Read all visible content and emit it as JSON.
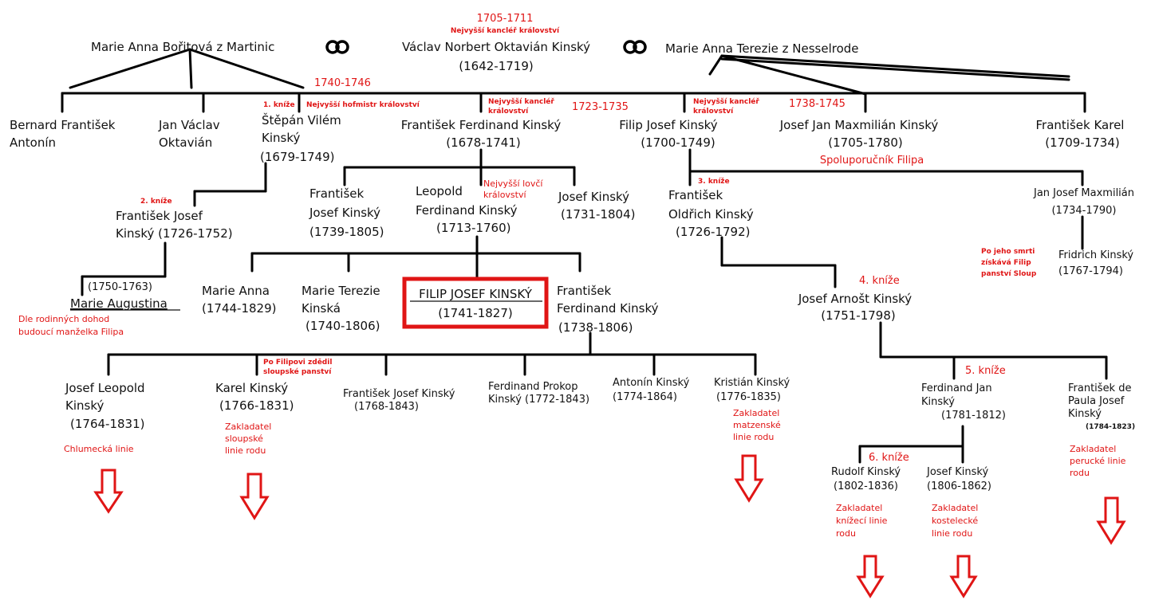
{
  "root": {
    "wife1": "Marie Anna Bořitová z Martinic",
    "husband": "Václav Norbert Oktavián Kinský",
    "husband_years": "(1642-1719)",
    "husband_office_years": "1705-1711",
    "husband_office": "Nejvyšší kancléř království",
    "wife2": "Marie Anna Terezie z Nesselrode",
    "marriage_icon": "marriage-rings-icon"
  },
  "gen1": {
    "bernard": [
      "Bernard František",
      "Antonín"
    ],
    "jan_vaclav": [
      "Jan Václav",
      "Oktavián"
    ],
    "stepan": [
      "Štěpán Vilém",
      "Kinský",
      "(1679-1749)"
    ],
    "stepan_title": "1. kníže",
    "stepan_office": "Nejvyšší hofmistr království",
    "stepan_office_years": "1740-1746",
    "frantisek_ferdinand": [
      "František Ferdinand Kinský",
      "(1678-1741)"
    ],
    "ff_office": [
      "Nejvyšší kancléř",
      "království"
    ],
    "ff_office_years": "1723-1735",
    "filip_josef": [
      "Filip Josef Kinský",
      "(1700-1749)"
    ],
    "fj_office": [
      "Nejvyšší kancléř",
      "království"
    ],
    "fj_office_years": "1738-1745",
    "josef_jan": [
      "Josef Jan Maxmilián Kinský",
      "(1705-1780)"
    ],
    "josef_jan_note": "Spoluporučník Filipa",
    "frantisek_karel": [
      "František Karel",
      "(1709-1734)"
    ]
  },
  "gen2": {
    "frantisek_josef_a": [
      "František Josef",
      "Kinský (1726-1752)"
    ],
    "frantisek_josef_a_title": "2. kníže",
    "marie_augustina_years": "(1750-1763)",
    "marie_augustina": "Marie Augustina",
    "marie_augustina_note": [
      "Dle rodinných dohod",
      "budoucí manželka Filipa"
    ],
    "frantisek_josef_b": [
      "František",
      "Josef Kinský",
      "(1739-1805)"
    ],
    "leopold": [
      "Leopold",
      "Ferdinand Kinský",
      "(1713-1760)"
    ],
    "leopold_office": [
      "Nejvyšší lovčí",
      "království"
    ],
    "josef_k": [
      "Josef Kinský",
      "(1731-1804)"
    ],
    "frantisek_oldrich": [
      "František",
      "Oldřich Kinský",
      "(1726-1792)"
    ],
    "frantisek_oldrich_title": "3. kníže",
    "jan_josef": [
      "Jan Josef Maxmilián",
      "(1734-1790)"
    ],
    "jan_josef_note": [
      "Po jeho smrti",
      "získává Filip",
      "panství Sloup"
    ],
    "fridrich": [
      "Fridrich Kinský",
      "(1767-1794)"
    ]
  },
  "gen3": {
    "marie_anna": [
      "Marie Anna",
      "(1744-1829)"
    ],
    "marie_terezie": [
      "Marie Terezie",
      "Kinská",
      "(1740-1806)"
    ],
    "filip_main": [
      "FILIP JOSEF KINSKÝ",
      "(1741-1827)"
    ],
    "frantisek_ferdinand2": [
      "František",
      "Ferdinand Kinský",
      "(1738-1806)"
    ],
    "josef_arnost": [
      "Josef Arnošt Kinský",
      "(1751-1798)"
    ],
    "josef_arnost_title": "4. kníže"
  },
  "gen4": {
    "josef_leopold": [
      "Josef Leopold",
      "Kinský",
      "(1764-1831)"
    ],
    "josef_leopold_note": "Chlumecká linie",
    "karel": [
      "Karel Kinský",
      "(1766-1831)"
    ],
    "karel_note_top": [
      "Po Filipovi zdědil",
      "sloupské panství"
    ],
    "karel_note": [
      "Zakladatel",
      "sloupské",
      "linie rodu"
    ],
    "frantisek_josef_c": [
      "František Josef Kinský",
      "(1768-1843)"
    ],
    "ferdinand_prokop": [
      "Ferdinand Prokop",
      "Kinský (1772-1843)"
    ],
    "antonin": [
      "Antonín Kinský",
      "(1774-1864)"
    ],
    "kristian": [
      "Kristián Kinský",
      "(1776-1835)"
    ],
    "kristian_note": [
      "Zakladatel",
      "matzenské",
      "linie rodu"
    ],
    "ferdinand_jan": [
      "Ferdinand Jan",
      "Kinský",
      "(1781-1812)"
    ],
    "ferdinand_jan_title": "5. kníže",
    "frantisek_paula": [
      "František de",
      "Paula Josef",
      "Kinský",
      "(1784-1823)"
    ],
    "frantisek_paula_note": [
      "Zakladatel",
      "perucké linie",
      "rodu"
    ]
  },
  "gen5": {
    "rudolf": [
      "Rudolf Kinský",
      "(1802-1836)"
    ],
    "rudolf_title": "6. kníže",
    "rudolf_note": [
      "Zakladatel",
      "knížecí linie",
      "rodu"
    ],
    "josef5": [
      "Josef Kinský",
      "(1806-1862)"
    ],
    "josef5_note": [
      "Zakladatel",
      "kostelecké",
      "linie rodu"
    ]
  },
  "colors": {
    "text": "#111111",
    "accent": "#e01515",
    "line": "#000000"
  },
  "icons": {
    "down_arrow": "down-arrow-icon",
    "marriage": "marriage-rings-icon"
  }
}
